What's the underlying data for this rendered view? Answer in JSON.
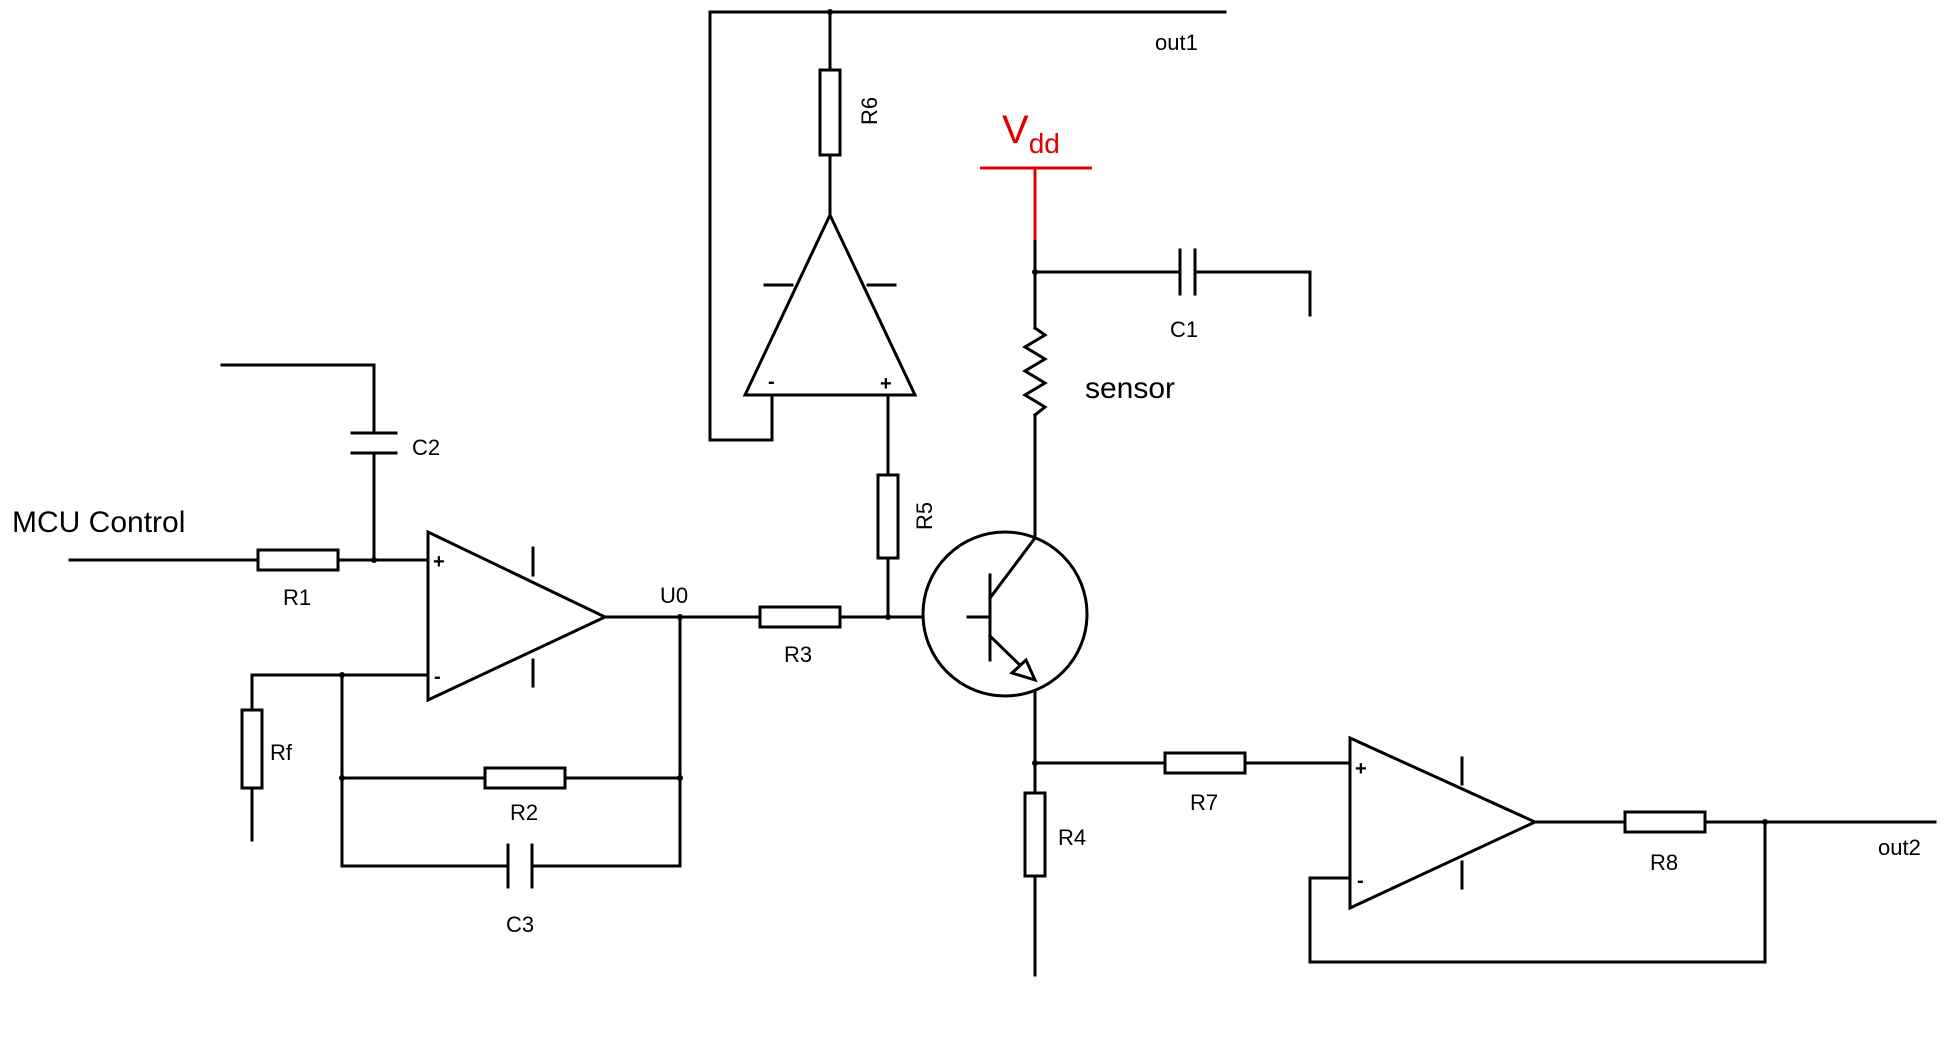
{
  "labels": {
    "mcu_control": "MCU Control",
    "r1": "R1",
    "r2": "R2",
    "r3": "R3",
    "r4": "R4",
    "r5": "R5",
    "r6": "R6",
    "r7": "R7",
    "r8": "R8",
    "rf": "Rf",
    "c1": "C1",
    "c2": "C2",
    "c3": "C3",
    "u0": "U0",
    "sensor": "sensor",
    "out1": "out1",
    "out2": "out2",
    "vdd_main": "V",
    "vdd_sub": "dd",
    "plus": "+",
    "minus": "-"
  },
  "colors": {
    "wire": "#000000",
    "supply_ground": "#e00000"
  }
}
